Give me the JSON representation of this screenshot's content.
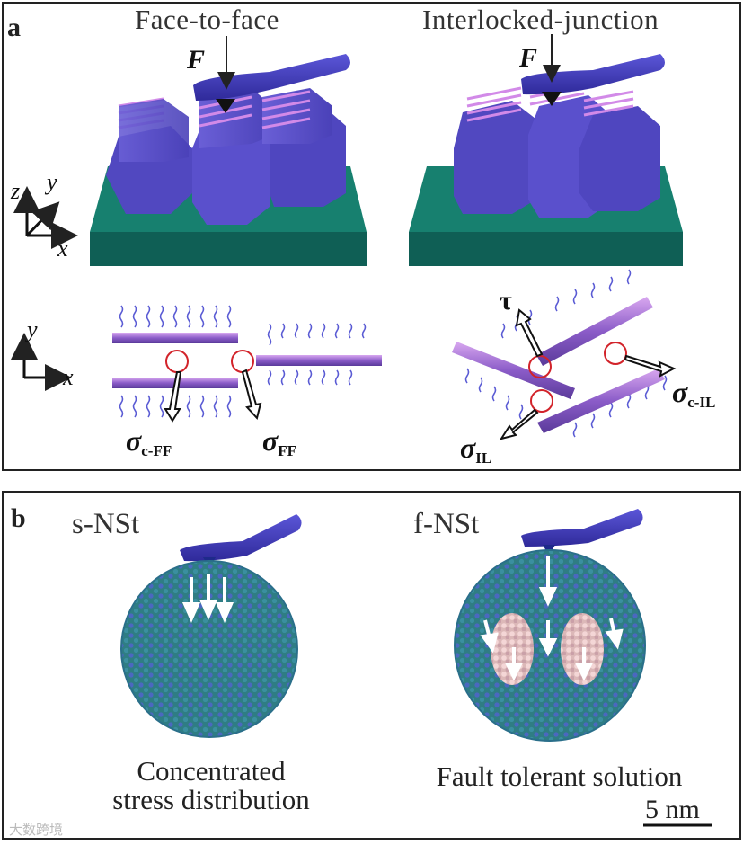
{
  "panel_a": {
    "letter": "a",
    "left_title": "Face-to-face",
    "right_title": "Interlocked-junction",
    "force_label": "F",
    "axes_3d": {
      "z": "z",
      "y": "y",
      "x": "x"
    },
    "axes_2d": {
      "y": "y",
      "x": "x"
    },
    "stress_labels": {
      "sigma_symbol": "σ",
      "c_ff_sub": "c-FF",
      "ff_sub": "FF",
      "c_il_sub": "c-IL",
      "il_sub": "IL",
      "tau": "τ"
    }
  },
  "panel_b": {
    "letter": "b",
    "left_label": "s-NSt",
    "right_label": "f-NSt",
    "left_caption_line1": "Concentrated",
    "left_caption_line2": "stress distribution",
    "right_caption": "Fault tolerant solution",
    "scale_bar": "5 nm"
  },
  "watermark": "大数跨境",
  "colors": {
    "substrate": "#167a6c",
    "nanosheet": "#5b50c9",
    "tip": "#3a35b5",
    "circle": "#d2232a",
    "atom_blue": "#3e6fb0",
    "atom_pink": "#f0c8c8"
  }
}
